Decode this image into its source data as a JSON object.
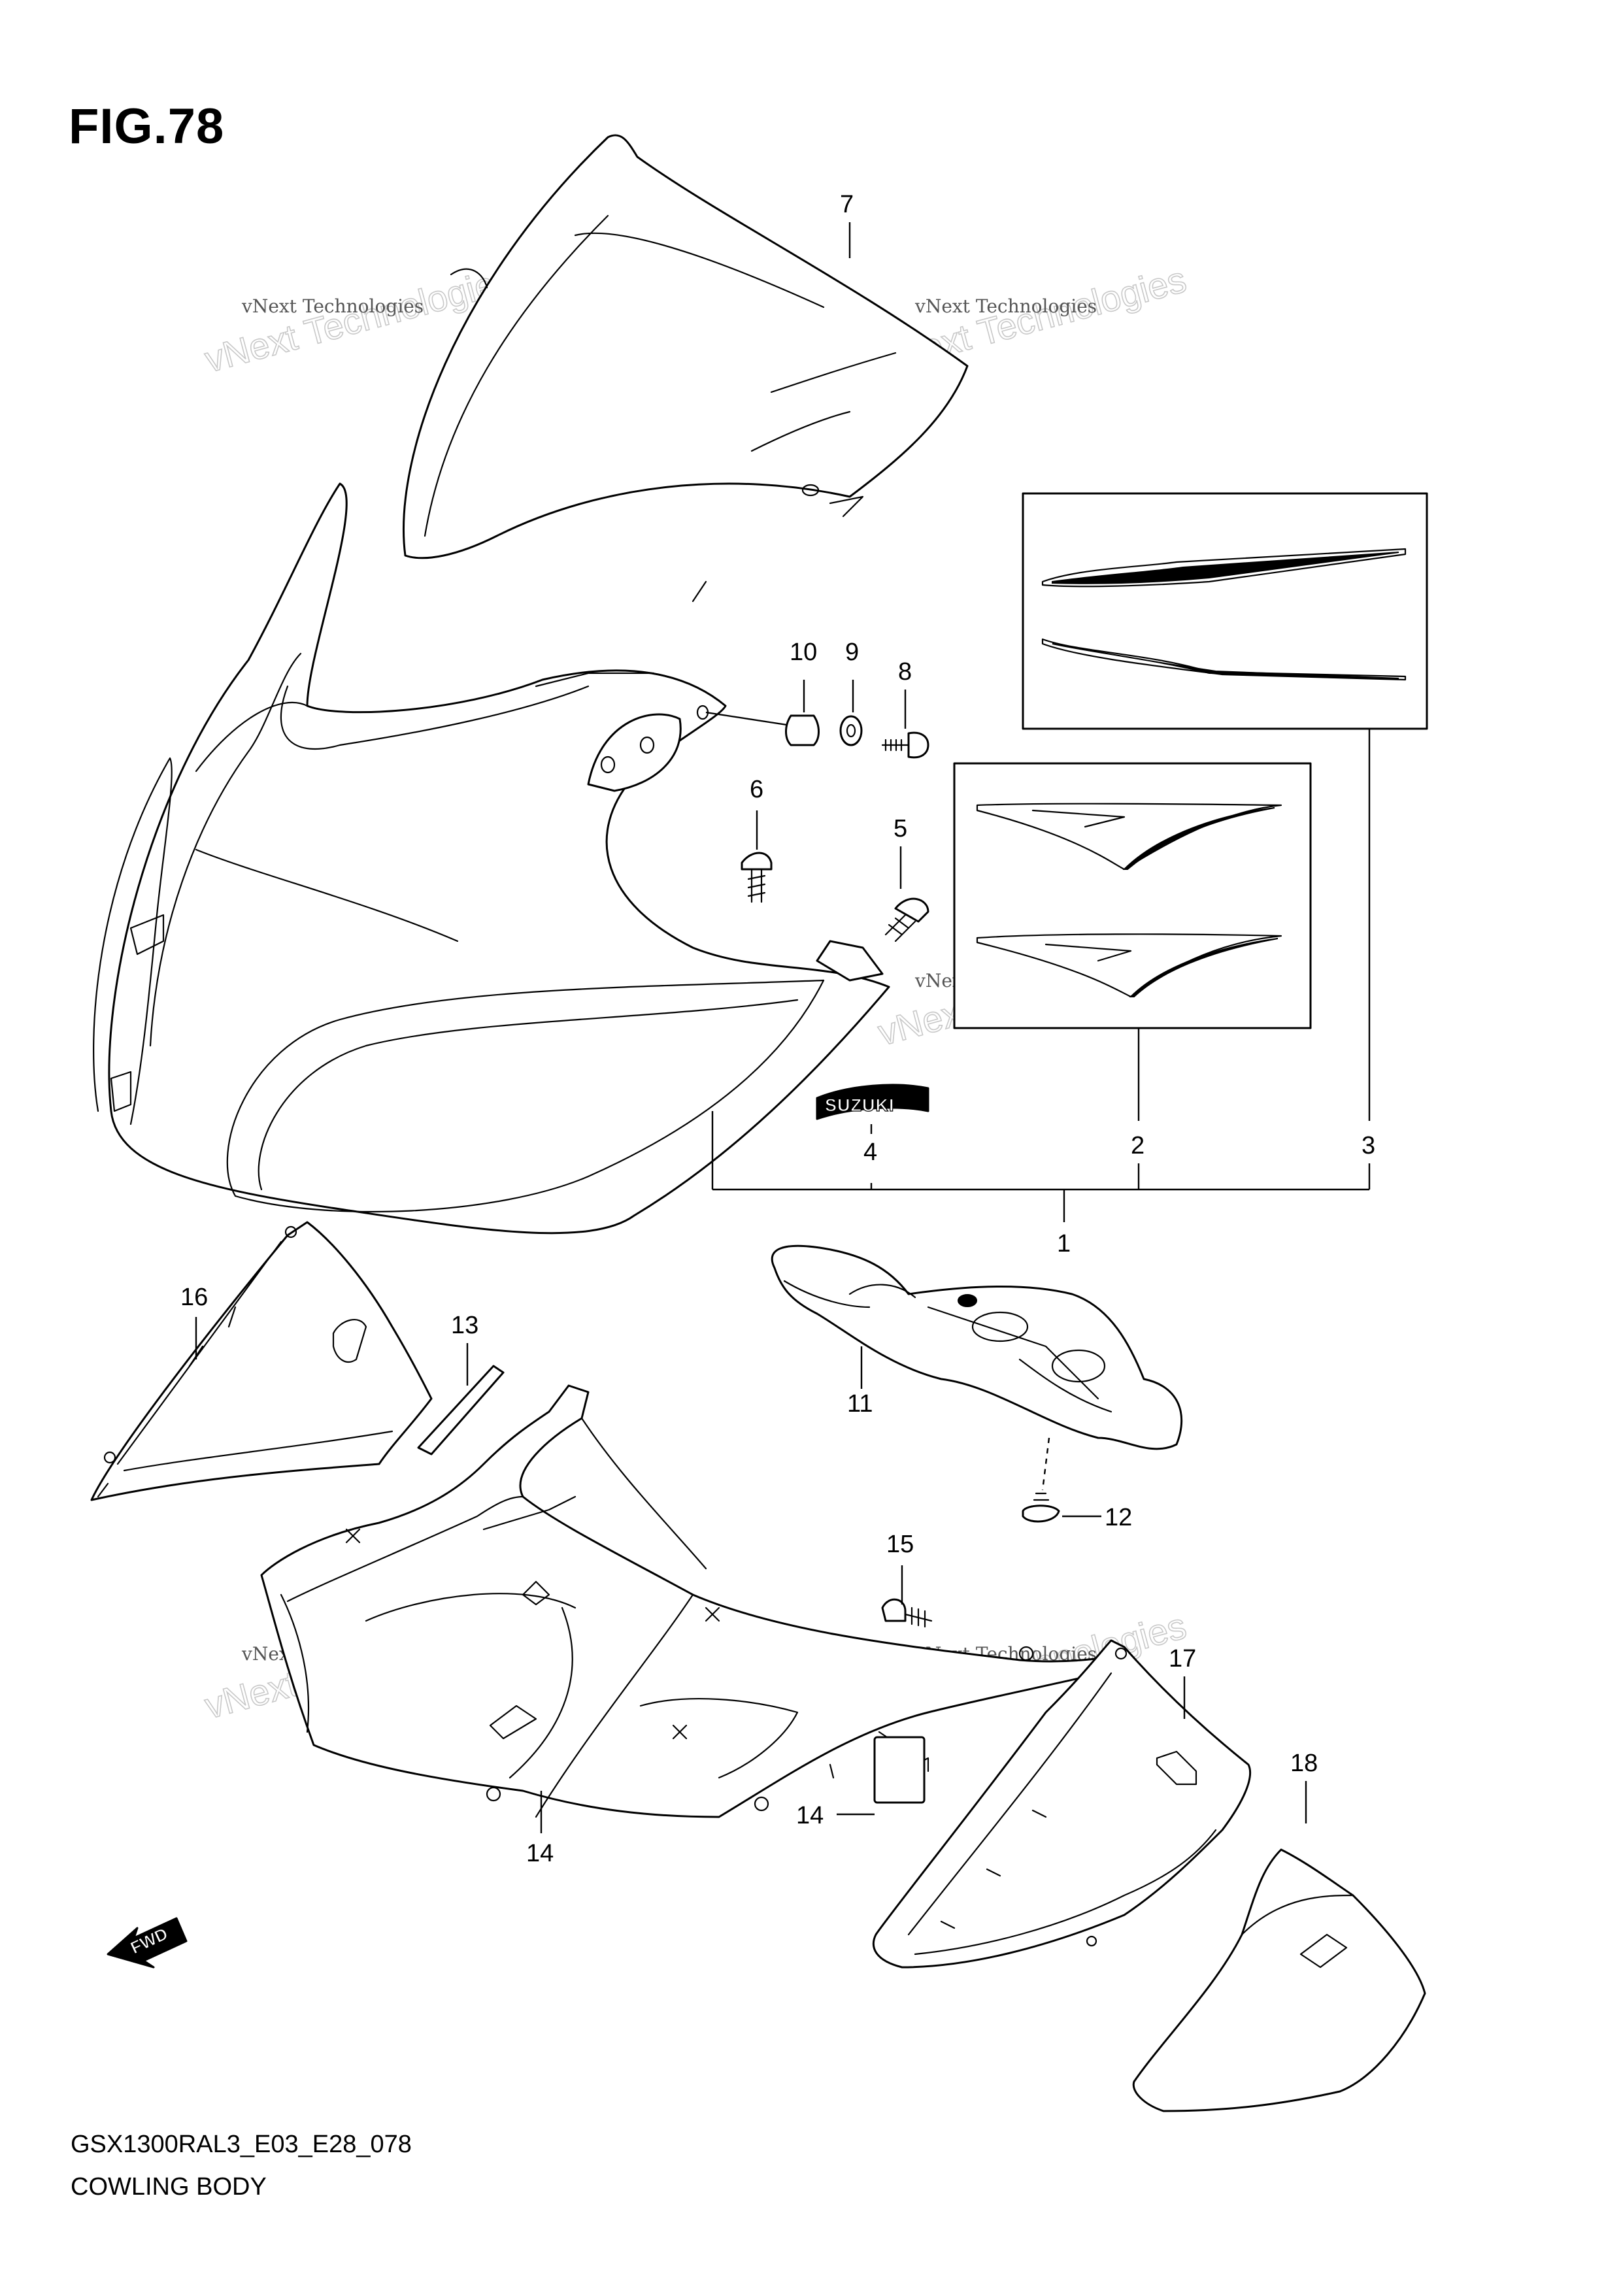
{
  "figure": {
    "number_label": "FIG.78",
    "drawing_code": "GSX1300RAL3_E03_E28_078",
    "caption": "COWLING BODY"
  },
  "callouts": [
    "1",
    "2",
    "3",
    "4",
    "5",
    "6",
    "7",
    "8",
    "9",
    "10",
    "11",
    "12",
    "13",
    "14",
    "14",
    "15",
    "16",
    "17",
    "18"
  ],
  "brand_emblem_text": "SUZUKI",
  "direction_arrow_text": "FWD",
  "watermark": {
    "small_text": "vNext Technologies",
    "large_text": "vNext Technologies"
  }
}
